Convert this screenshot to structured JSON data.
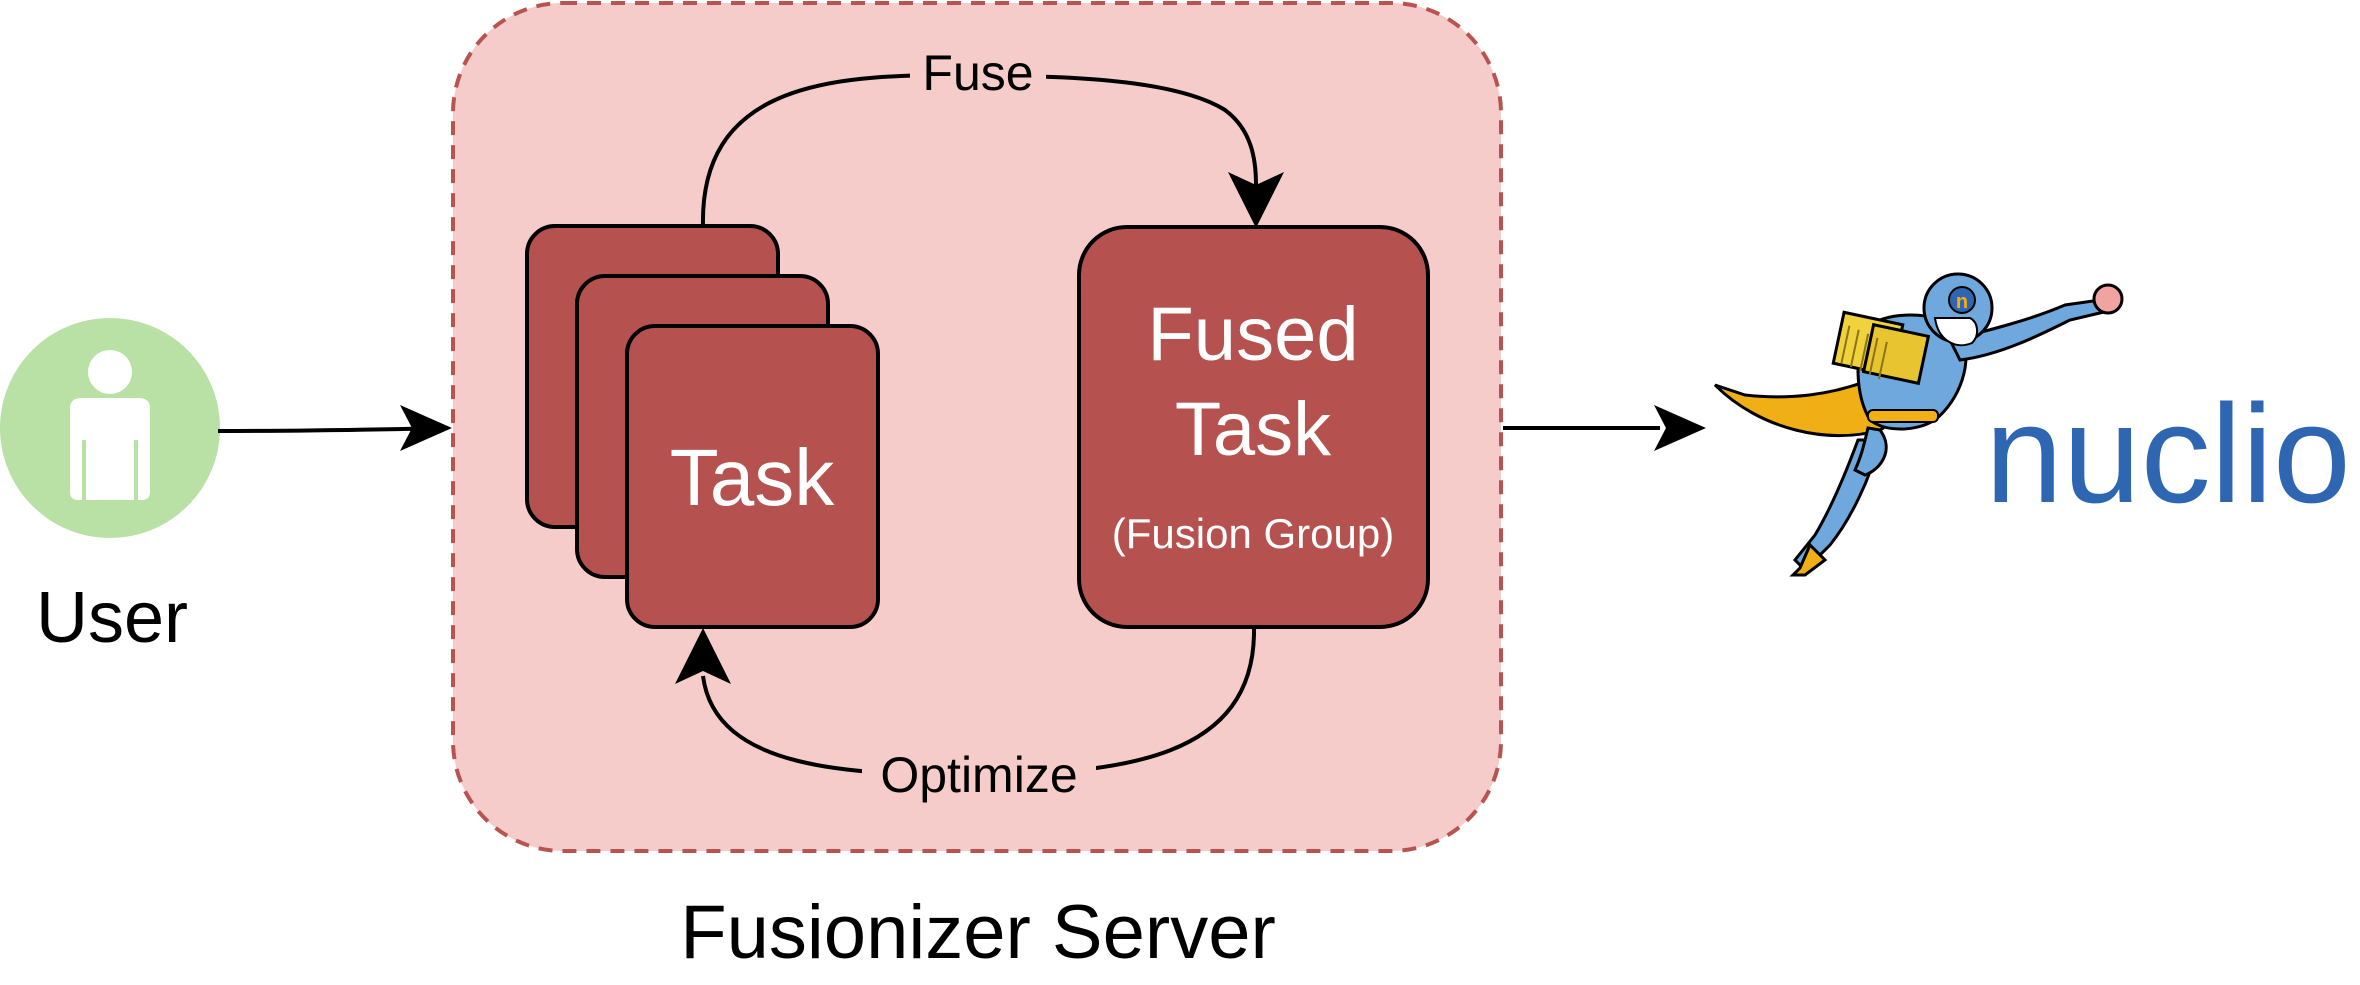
{
  "user": {
    "label": "User"
  },
  "server": {
    "label": "Fusionizer Server"
  },
  "task": {
    "label": "Task"
  },
  "fused_task": {
    "line1": "Fused",
    "line2": "Task",
    "subtitle": "(Fusion Group)"
  },
  "edges": {
    "fuse": "Fuse",
    "optimize": "Optimize"
  },
  "brand": {
    "logo_text": "nuclio",
    "logo_letter": "n"
  },
  "colors": {
    "server_fill": "#f6cccb",
    "server_border": "#b85450",
    "task_fill": "#b5524f",
    "user_circle": "#b9e0a5",
    "nuclio_blue": "#2f66b1",
    "mascot_blue": "#6ea8dc",
    "cape_gold": "#f0b015"
  }
}
